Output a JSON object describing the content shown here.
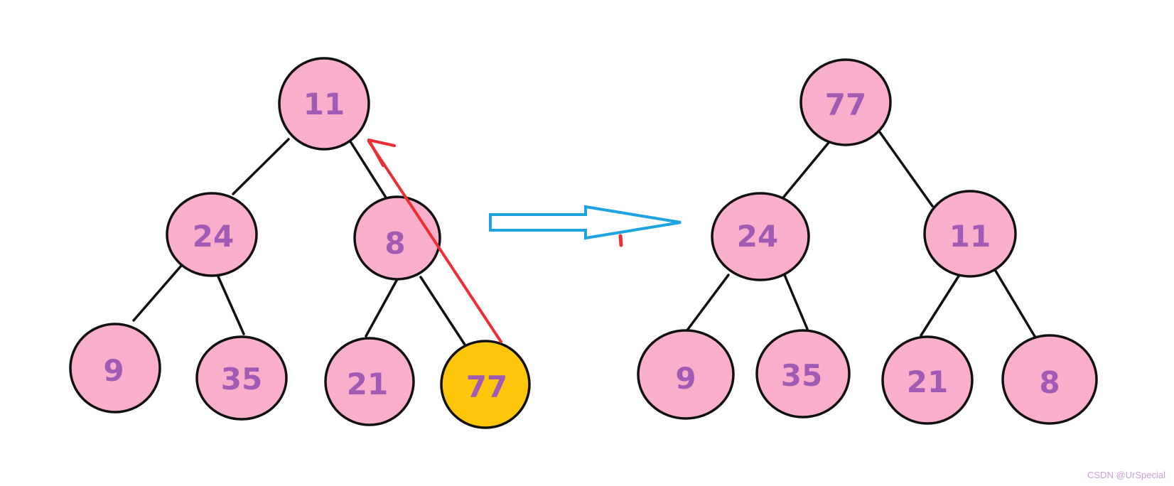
{
  "colors": {
    "node_fill": "#f9aecb",
    "highlight_fill": "#fdc60b",
    "label": "#a05cb5",
    "edge": "#111111",
    "move_arrow": "#ee2e36",
    "transition_arrow": "#1ea3e0",
    "watermark": "#c8a0d4"
  },
  "trees": {
    "before": {
      "nodes": [
        "11",
        "24",
        "8",
        "9",
        "35",
        "21",
        "77"
      ],
      "highlighted": "77"
    },
    "after": {
      "nodes": [
        "77",
        "24",
        "11",
        "9",
        "35",
        "21",
        "8"
      ]
    }
  },
  "annotations": {
    "swap_arrow": {
      "from": "77",
      "to": "11",
      "icon": "arrow-up-left-icon"
    },
    "transition_arrow": {
      "icon": "arrow-right-icon"
    }
  },
  "watermark": "CSDN @UrSpecial"
}
